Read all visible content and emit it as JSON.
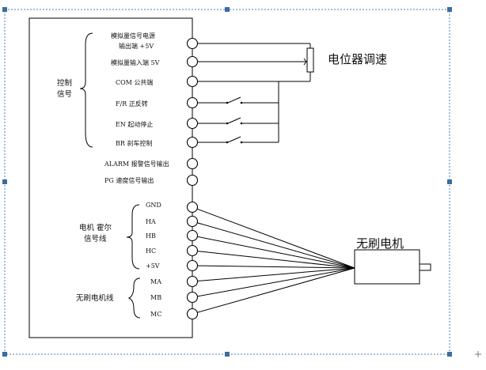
{
  "controller": {
    "pins": [
      {
        "id": "analog-supply",
        "lines": [
          "模拟量信号电源",
          "输出端 +5V"
        ]
      },
      {
        "id": "analog-input",
        "lines": [
          "模拟量输入端 5V"
        ]
      },
      {
        "id": "com",
        "lines": [
          "COM 公共端"
        ]
      },
      {
        "id": "fr",
        "lines": [
          "F/R 正反转"
        ]
      },
      {
        "id": "en",
        "lines": [
          "EN 起动停止"
        ]
      },
      {
        "id": "br",
        "lines": [
          "BR 刹车控制"
        ]
      },
      {
        "id": "alarm",
        "lines": [
          "ALARM 报警信号输出"
        ]
      },
      {
        "id": "pg",
        "lines": [
          "PG 速度信号输出"
        ]
      },
      {
        "id": "gnd",
        "lines": [
          "GND"
        ]
      },
      {
        "id": "ha",
        "lines": [
          "HA"
        ]
      },
      {
        "id": "hb",
        "lines": [
          "HB"
        ]
      },
      {
        "id": "hc",
        "lines": [
          "HC"
        ]
      },
      {
        "id": "plus5v",
        "lines": [
          "+5V"
        ]
      },
      {
        "id": "ma",
        "lines": [
          "MA"
        ]
      },
      {
        "id": "mb",
        "lines": [
          "MB"
        ]
      },
      {
        "id": "mc",
        "lines": [
          "MC"
        ]
      }
    ],
    "groups": {
      "control": [
        "控制",
        "信号"
      ],
      "hall": [
        "电机 霍尔",
        "信号线"
      ],
      "motor": [
        "无刷电机线"
      ]
    }
  },
  "potentiometer_label": "电位器调速",
  "motor_label": "无刷电机"
}
